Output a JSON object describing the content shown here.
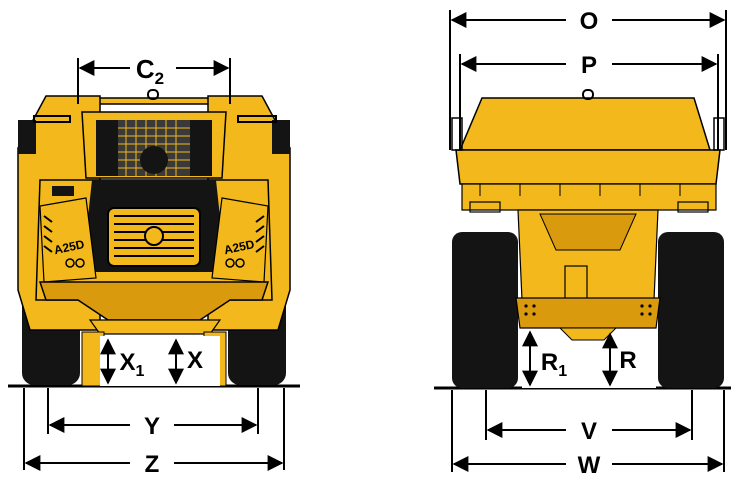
{
  "front_view": {
    "dimensions": {
      "c2": {
        "letter": "C",
        "sub": "2"
      },
      "x1": {
        "letter": "X",
        "sub": "1"
      },
      "x": {
        "letter": "X"
      },
      "y": {
        "letter": "Y"
      },
      "z": {
        "letter": "Z"
      }
    },
    "model_badge_left": "A25D",
    "model_badge_right": "A25D"
  },
  "rear_view": {
    "dimensions": {
      "o": {
        "letter": "O"
      },
      "p": {
        "letter": "P"
      },
      "r1": {
        "letter": "R",
        "sub": "1"
      },
      "r": {
        "letter": "R"
      },
      "v": {
        "letter": "V"
      },
      "w": {
        "letter": "W"
      }
    }
  },
  "colors": {
    "body_yellow": "#f2b81c",
    "body_shadow": "#d99a0e",
    "tire_black": "#141414",
    "outline": "#000000"
  }
}
